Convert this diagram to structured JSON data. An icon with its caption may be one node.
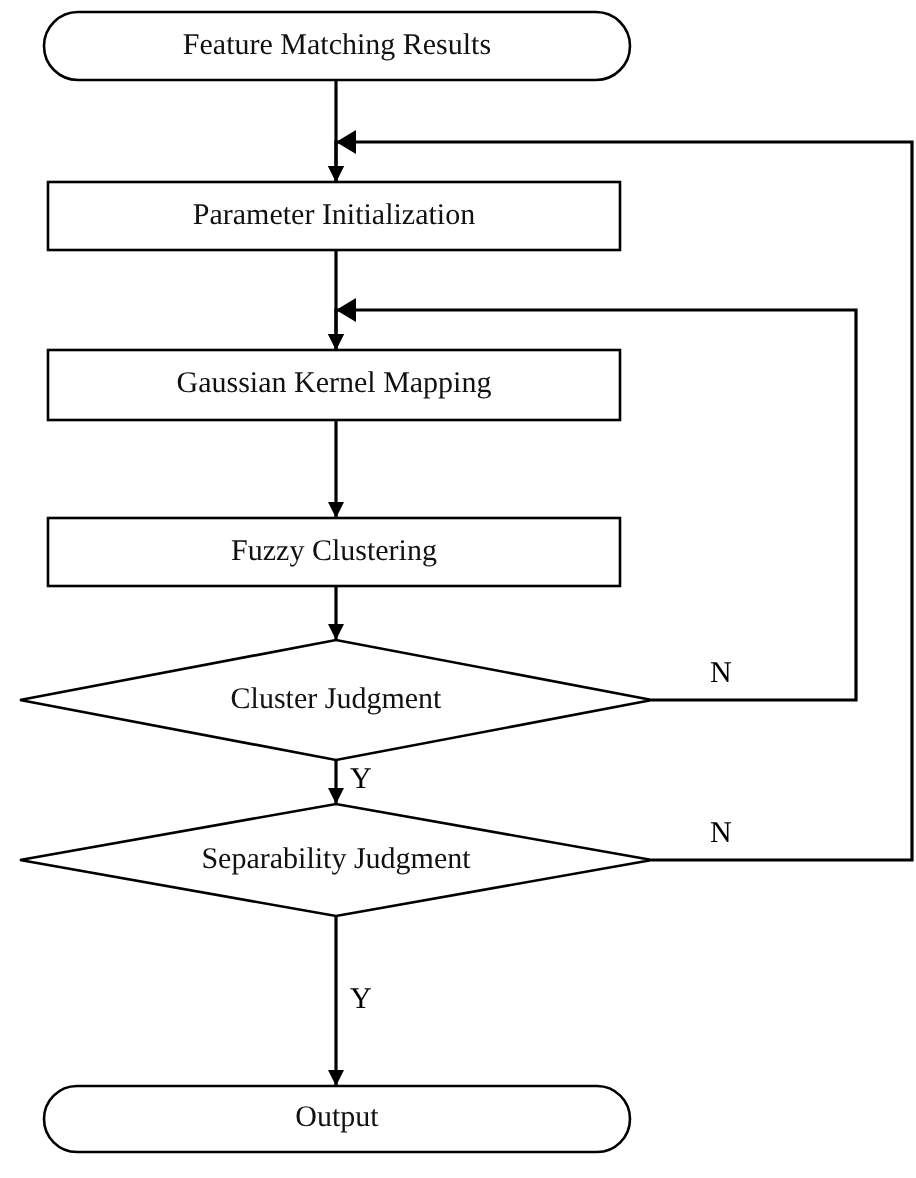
{
  "diagram": {
    "nodes": [
      {
        "text": [
          "Feature Matching Results"
        ]
      },
      {
        "text": [
          "Parameter Initialization"
        ]
      },
      {
        "text": [
          "Gaussian Kernel Mapping"
        ]
      },
      {
        "text": [
          "Fuzzy Clustering"
        ]
      },
      {
        "text": [
          "Cluster Judgment"
        ]
      },
      {
        "text": [
          "Separability Judgment"
        ]
      },
      {
        "text": [
          "Output"
        ]
      }
    ],
    "edges": [
      {
        "from": 0,
        "to": 1,
        "arrow": "to"
      },
      {
        "from": 1,
        "to": 2,
        "arrow": "to"
      },
      {
        "from": 2,
        "to": 3,
        "arrow": "to"
      },
      {
        "from": 3,
        "to": 4,
        "arrow": "to"
      },
      {
        "from": 4,
        "to": 5,
        "arrow": "to",
        "label": "Y"
      },
      {
        "from": 5,
        "to": 6,
        "arrow": "to",
        "label": "Y"
      },
      {
        "from": 4,
        "to": 2,
        "arrow": "to",
        "label": "N"
      },
      {
        "from": 5,
        "to": 1,
        "arrow": "to",
        "label": "N"
      }
    ]
  }
}
